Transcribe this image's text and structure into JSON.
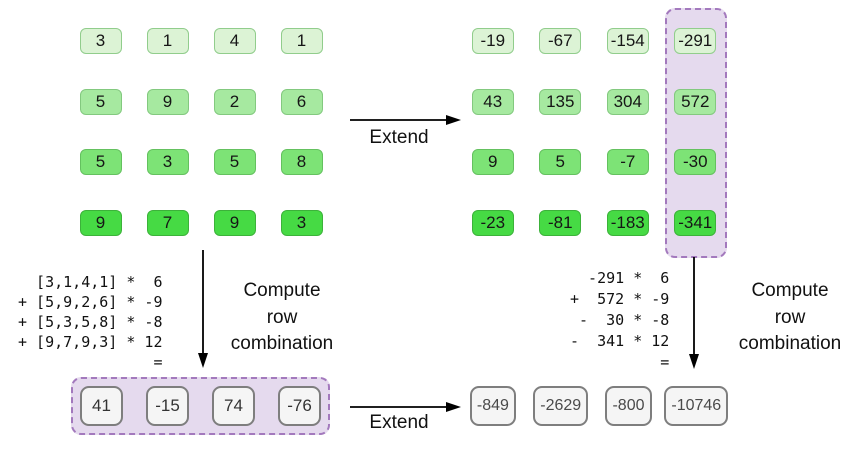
{
  "left_matrix": {
    "rows": [
      [
        "3",
        "1",
        "4",
        "1"
      ],
      [
        "5",
        "9",
        "2",
        "6"
      ],
      [
        "5",
        "3",
        "5",
        "8"
      ],
      [
        "9",
        "7",
        "9",
        "3"
      ]
    ]
  },
  "right_matrix": {
    "rows": [
      [
        "-19",
        "-67",
        "-154",
        "-291"
      ],
      [
        "43",
        "135",
        "304",
        "572"
      ],
      [
        "9",
        "5",
        "-7",
        "-30"
      ],
      [
        "-23",
        "-81",
        "-183",
        "-341"
      ]
    ]
  },
  "left_result": [
    "41",
    "-15",
    "74",
    "-76"
  ],
  "right_result": [
    "-849",
    "-2629",
    "-800",
    "-10746"
  ],
  "equations": {
    "left": "  [3,1,4,1] *  6\n+ [5,9,2,6] * -9\n+ [5,3,5,8] * -8\n+ [9,7,9,3] * 12\n               =",
    "right": "  -291 *  6\n+  572 * -9\n -  30 * -8\n-  341 * 12\n          ="
  },
  "labels": {
    "extend_top": "Extend",
    "extend_bottom": "Extend",
    "compute_left": "Compute\nrow\ncombination",
    "compute_right": "Compute\nrow\ncombination"
  },
  "colors": {
    "row1_fill": "#dcf3d5",
    "row1_border": "#91cd8c",
    "row2_fill": "#a6e9a0",
    "row2_border": "#83c97f",
    "row3_fill": "#7de376",
    "row3_border": "#64c15f",
    "row4_fill": "#46da44",
    "row4_border": "#3cb23a",
    "purple_fill": "#e5daee",
    "purple_border": "#a379bd",
    "gray_fill": "#f5f5f5",
    "gray_border": "#7e7e7e",
    "arrow": "#000000",
    "text": "#161616",
    "background": "#ffffff"
  }
}
